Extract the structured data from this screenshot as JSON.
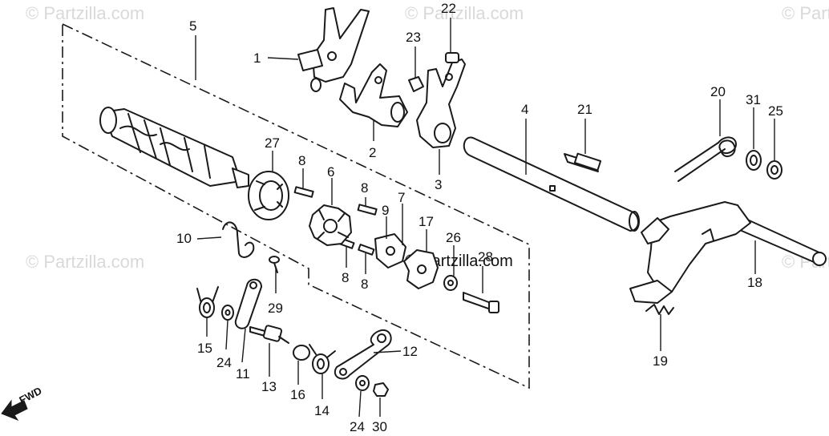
{
  "watermarks": {
    "corner": "© Partzilla.com",
    "center": "© Partzilla.com"
  },
  "direction_label": "FWD",
  "callouts": {
    "c1": "1",
    "c2": "2",
    "c3": "3",
    "c4": "4",
    "c5": "5",
    "c6": "6",
    "c7": "7",
    "c8a": "8",
    "c8b": "8",
    "c8c": "8",
    "c8d": "8",
    "c9": "9",
    "c10": "10",
    "c11": "11",
    "c12": "12",
    "c13": "13",
    "c14": "14",
    "c15": "15",
    "c16": "16",
    "c17": "17",
    "c18": "18",
    "c19": "19",
    "c20": "20",
    "c21": "21",
    "c22": "22",
    "c23": "23",
    "c24a": "24",
    "c24b": "24",
    "c25": "25",
    "c26": "26",
    "c27": "27",
    "c28": "28",
    "c29": "29",
    "c30": "30",
    "c31": "31"
  }
}
